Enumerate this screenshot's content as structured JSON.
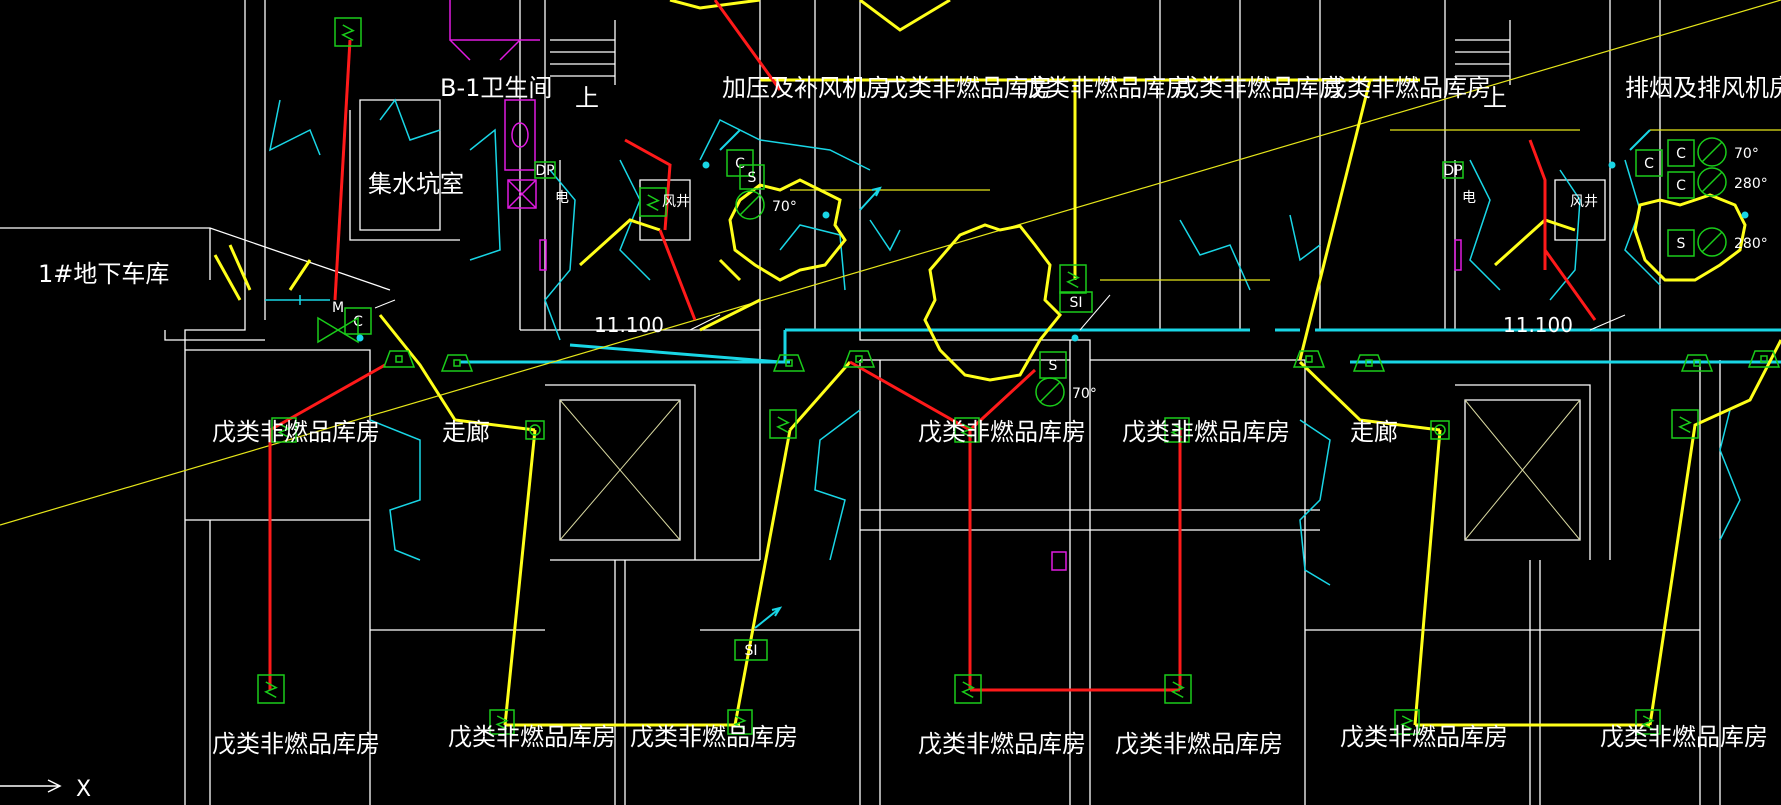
{
  "labels": {
    "garage": "1#地下车库",
    "sump": "集水坑室",
    "toilet": "B-1卫生间",
    "up_left": "上",
    "up_right": "上",
    "corridor_left": "走廊",
    "corridor_right": "走廊",
    "elev_left": "11.100",
    "elev_right": "11.100",
    "top_left_rooms": "加压及补风机房",
    "top_right_rooms": "排烟及排风机房",
    "storage": "戊类非燃品库房",
    "elec": "电",
    "wind": "风井",
    "shaft_right": "风井"
  },
  "device_tags": {
    "s": "S",
    "c": "C",
    "m": "M",
    "si": "SI",
    "dp": "DP",
    "t70": "70°",
    "t280": "280°"
  },
  "axis": {
    "x_label": "X"
  },
  "colors": {
    "background": "#000000",
    "walls": "#ffffff",
    "duct_cyan": "#19d6e6",
    "wire_yellow": "#ffff1a",
    "wire_red": "#ff1a1a",
    "device_green": "#1acc1a",
    "fixture_magenta": "#e01ae0"
  }
}
